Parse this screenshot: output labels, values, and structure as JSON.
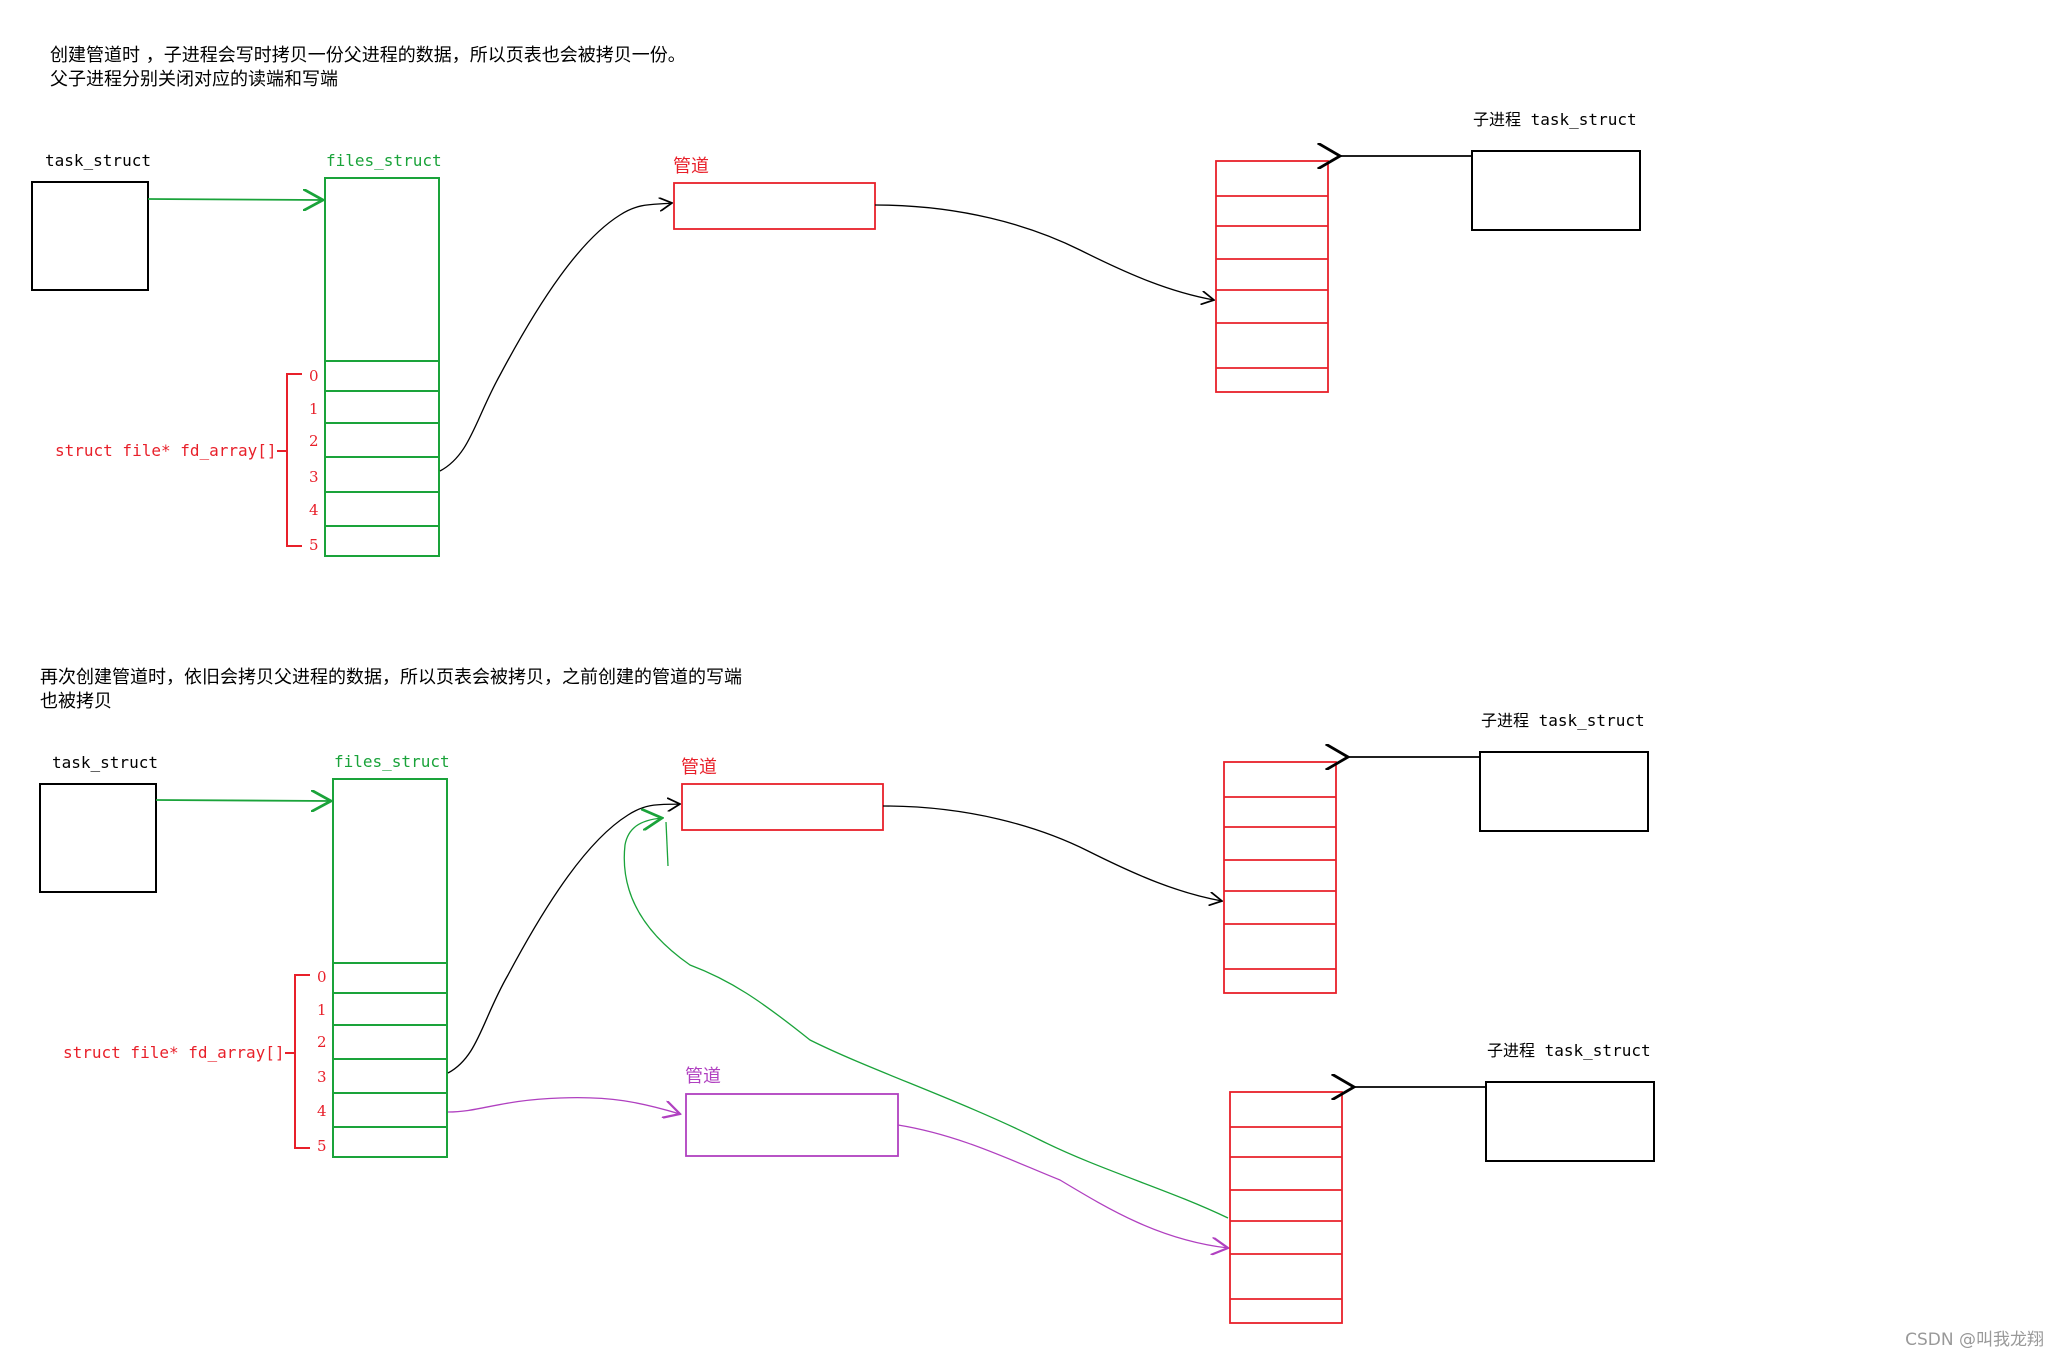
{
  "top": {
    "caption_line1": "创建管道时 ，子进程会写时拷贝一份父进程的数据，所以页表也会被拷贝一份。",
    "caption_line2": "父子进程分别关闭对应的读端和写端",
    "task_struct_label": "task_struct",
    "files_struct_label": "files_struct",
    "fd_array_label": "struct file* fd_array[]",
    "fd_indices": [
      "0",
      "1",
      "2",
      "3",
      "4",
      "5"
    ],
    "pipe_label": "管道",
    "child_label": "子进程 task_struct"
  },
  "bottom": {
    "caption_line1": "再次创建管道时，依旧会拷贝父进程的数据，所以页表会被拷贝，之前创建的管道的写端",
    "caption_line2": "也被拷贝",
    "task_struct_label": "task_struct",
    "files_struct_label": "files_struct",
    "fd_array_label": "struct file* fd_array[]",
    "fd_indices": [
      "0",
      "1",
      "2",
      "3",
      "4",
      "5"
    ],
    "pipe1_label": "管道",
    "pipe2_label": "管道",
    "child1_label": "子进程 task_struct",
    "child2_label": "子进程 task_struct"
  },
  "watermark": "CSDN @叫我龙翔",
  "colors": {
    "black": "#000000",
    "green": "#1aa33a",
    "red": "#e8202a",
    "purple": "#b040c0"
  }
}
